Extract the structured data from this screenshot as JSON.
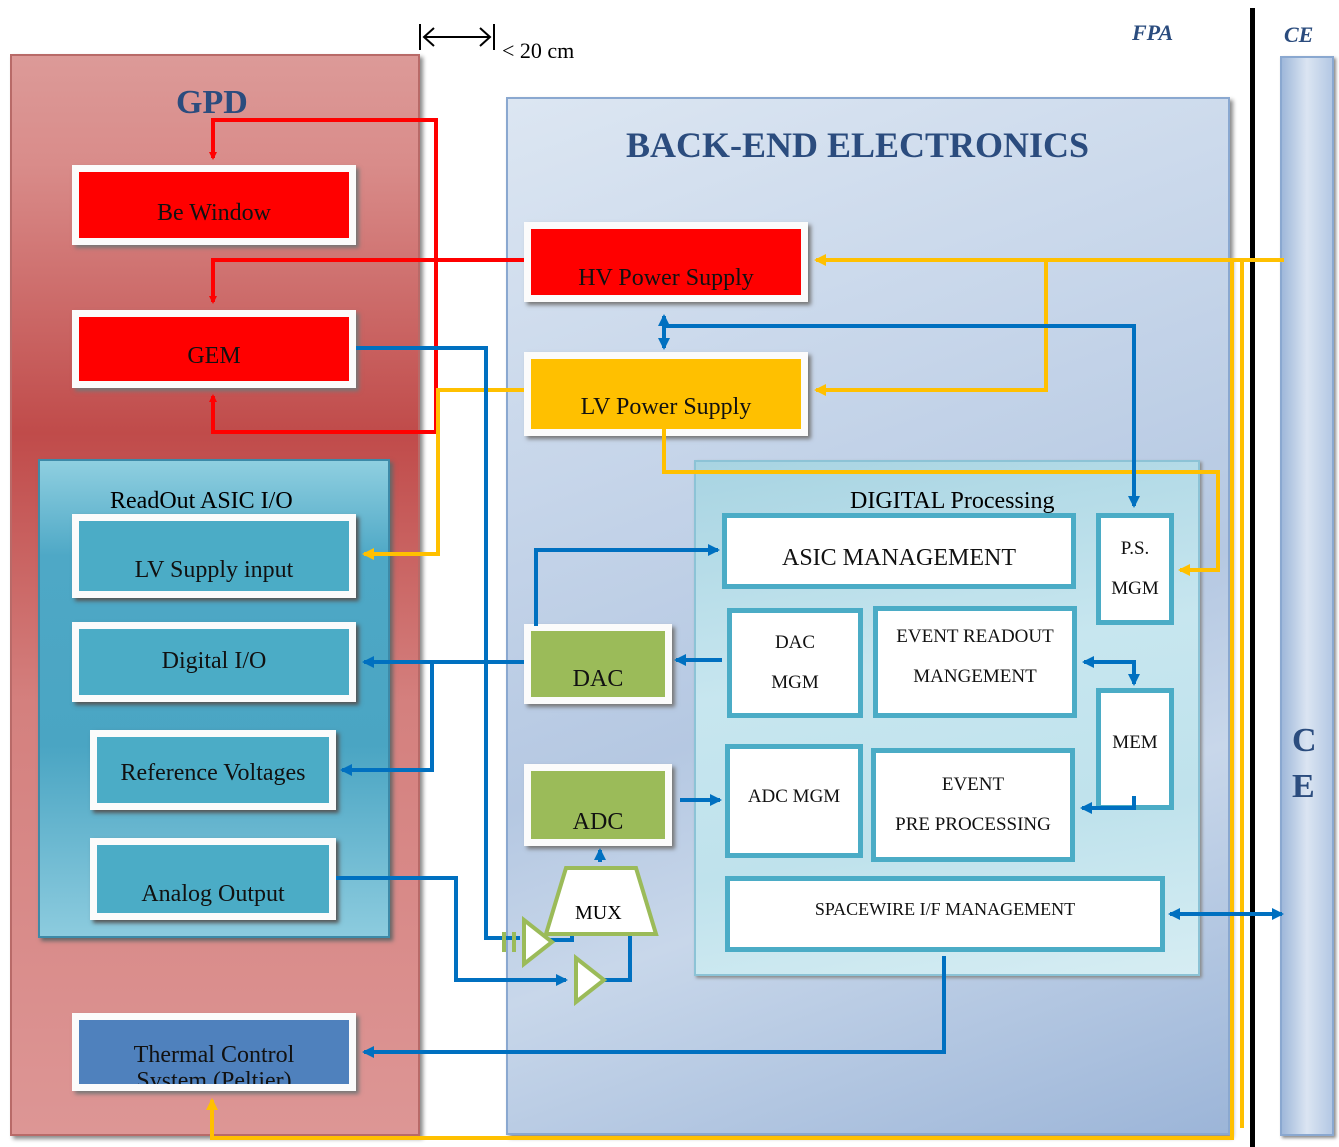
{
  "header": {
    "dimension_label": "< 20 cm",
    "fpa_label": "FPA",
    "ce_top_label": "CE"
  },
  "gpd": {
    "title": "GPD",
    "be_window": "Be Window",
    "gem": "GEM",
    "readout_title": "ReadOut ASIC I/O",
    "lv_supply_input": "LV Supply input",
    "digital_io": "Digital I/O",
    "reference_voltages": "Reference Voltages",
    "analog_output": "Analog Output",
    "thermal_control": "Thermal Control System (Peltier)"
  },
  "backend": {
    "title": "BACK-END ELECTRONICS",
    "hv_power_supply": "HV Power Supply",
    "lv_power_supply": "LV Power Supply",
    "dac": "DAC",
    "adc": "ADC",
    "mux": "MUX"
  },
  "digital": {
    "title": "DIGITAL Processing",
    "asic_management": "ASIC MANAGEMENT",
    "ps_mgm_line1": "P.S.",
    "ps_mgm_line2": "MGM",
    "dac_mgm_line1": "DAC",
    "dac_mgm_line2": "MGM",
    "event_readout_line1": "EVENT READOUT",
    "event_readout_line2": "MANGEMENT",
    "mem": "MEM",
    "adc_mgm": "ADC MGM",
    "event_pre_line1": "EVENT",
    "event_pre_line2": "PRE PROCESSING",
    "spacewire": "SPACEWIRE I/F MANAGEMENT"
  },
  "ce": {
    "letter1": "C",
    "letter2": "E"
  },
  "colors": {
    "red_line": "#ff0000",
    "blue_line": "#0070c0",
    "yellow_line": "#ffc000",
    "green_line": "#9bbb59"
  }
}
